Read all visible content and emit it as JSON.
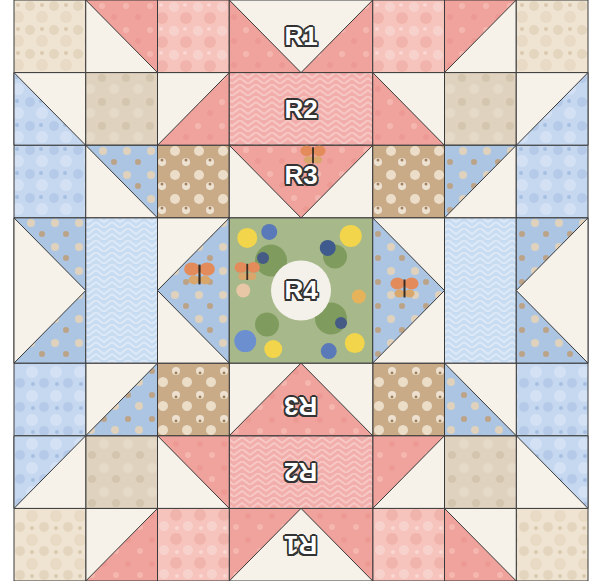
{
  "diagram": {
    "nodes": [
      {
        "text": [
          "R1"
        ]
      },
      {
        "text": [
          "R2"
        ]
      },
      {
        "text": [
          "R3"
        ]
      },
      {
        "text": [
          "R4"
        ]
      },
      {
        "text": [
          "R3"
        ]
      },
      {
        "text": [
          "R2"
        ]
      },
      {
        "text": [
          "R1"
        ]
      }
    ]
  }
}
